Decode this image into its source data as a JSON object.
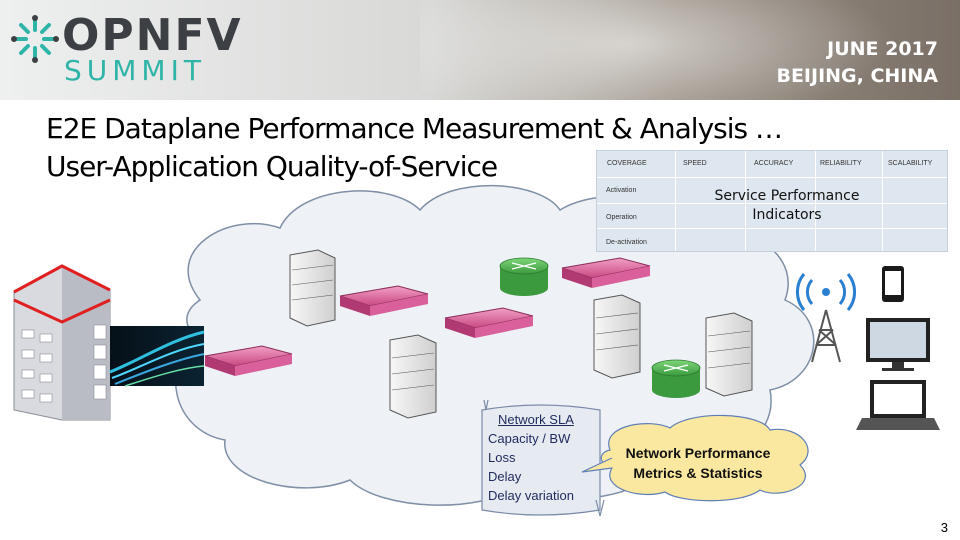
{
  "header": {
    "logo_top": "OPNFV",
    "logo_bottom": "SUMMIT",
    "date": "JUNE 2017",
    "location": "BEIJING, CHINA"
  },
  "title": {
    "line1": "E2E Dataplane Performance Measurement & Analysis …",
    "line2": "User-Application Quality-of-Service"
  },
  "kpi_table": {
    "headers": [
      "COVERAGE",
      "SPEED",
      "ACCURACY",
      "RELIABILITY",
      "SCALABILITY"
    ],
    "rows": [
      "Activation",
      "Operation",
      "De-activation"
    ],
    "overlay_line1": "Service Performance",
    "overlay_line2": "Indicators"
  },
  "network_sla": {
    "title": "Network SLA",
    "items": [
      "Capacity / BW",
      "Loss",
      "Delay",
      "Delay variation"
    ]
  },
  "network_performance": {
    "line1": "Network Performance",
    "line2": "Metrics & Statistics"
  },
  "page_number": "3",
  "colors": {
    "accent_teal": "#2fb5a7",
    "router_green": "#4ab852",
    "switch_pink": "#d9609a",
    "cloud_fill": "#eef2f7",
    "table_fill": "#dee6ef",
    "metrics_fill": "#fbe8a0",
    "building_red": "#e02020"
  }
}
